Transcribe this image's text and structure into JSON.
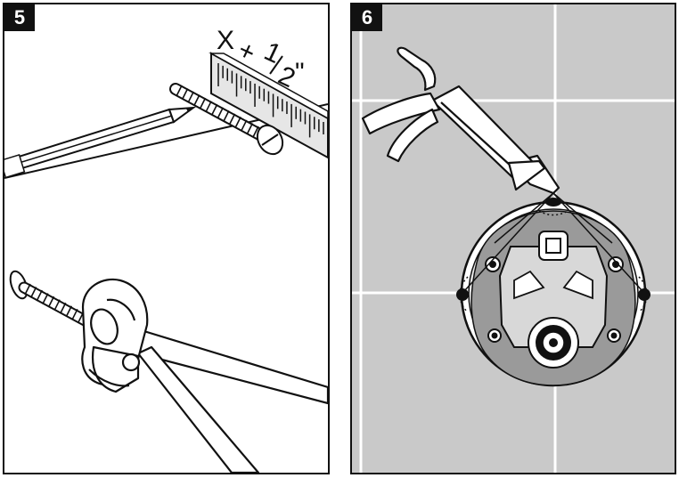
{
  "panels": [
    {
      "step": "5",
      "measure": {
        "x": "X",
        "plus": "+",
        "num": "1",
        "den": "2",
        "unit": "\""
      }
    },
    {
      "step": "6"
    }
  ],
  "colors": {
    "tile": "#c9c9c9",
    "grout": "#ffffff",
    "ink": "#111111",
    "shade": "#9a9a9a",
    "metal": "#d8d8d8"
  }
}
